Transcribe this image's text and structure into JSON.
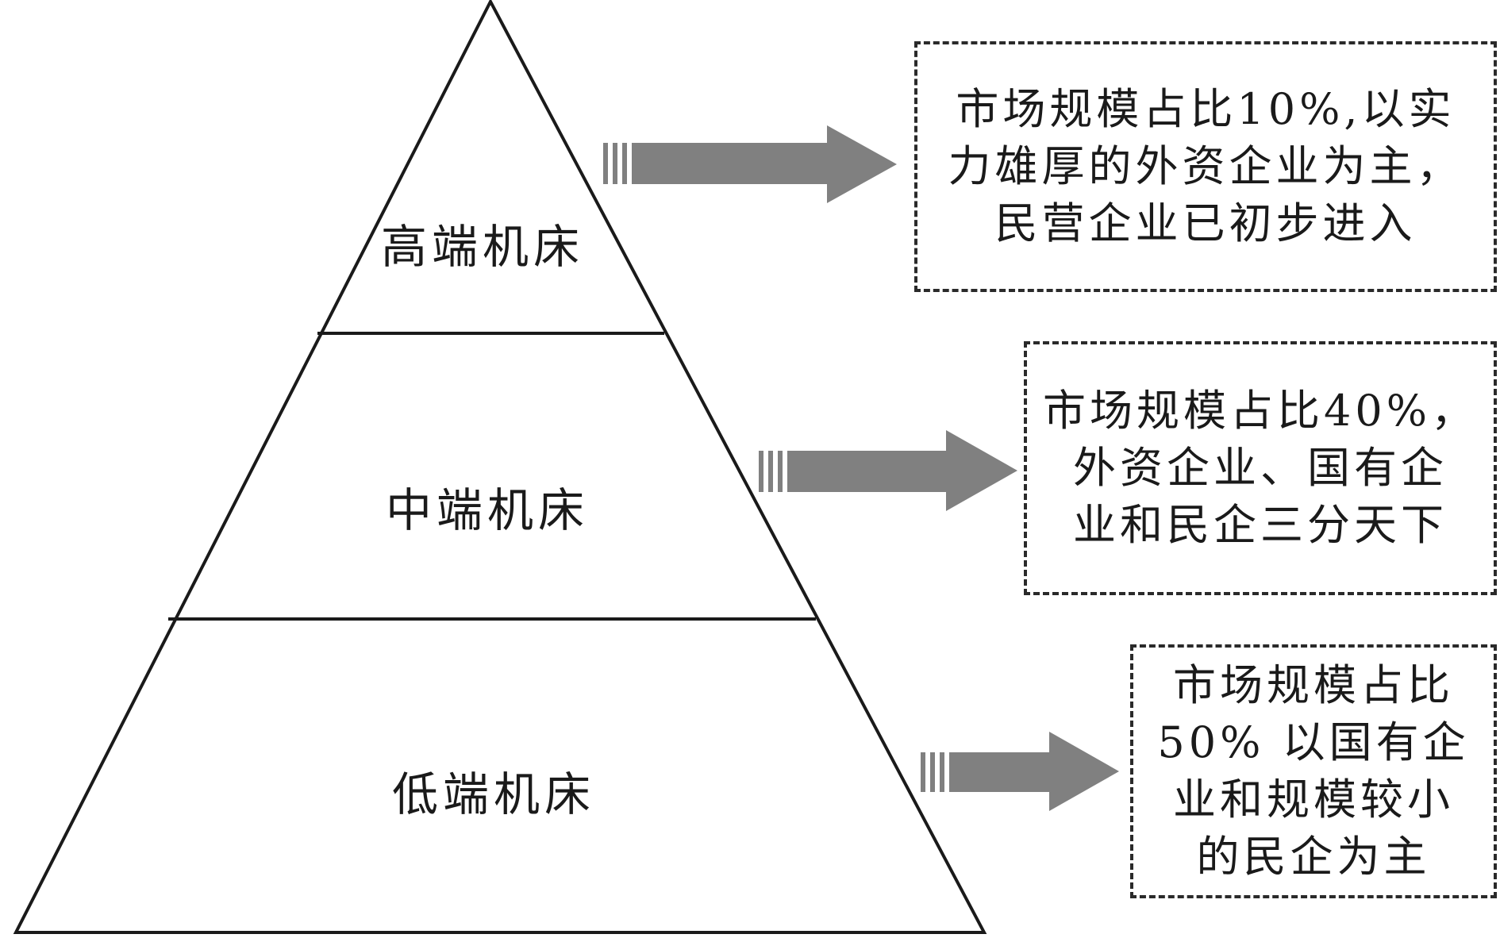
{
  "diagram": {
    "colors": {
      "outline": "#1a1a1a",
      "arrow": "#808080",
      "box_border": "#2a2a2a"
    },
    "tiers": [
      {
        "label": "高端机床",
        "note": [
          "市场规模占比10%,以实",
          "力雄厚的外资企业为主，",
          "民营企业已初步进入"
        ]
      },
      {
        "label": "中端机床",
        "note": [
          "市场规模占比40%，",
          "外资企业、国有企",
          "业和民企三分天下"
        ]
      },
      {
        "label": "低端机床",
        "note": [
          "市场规模占比",
          "50% 以国有企",
          "业和规模较小",
          "的民企为主"
        ]
      }
    ]
  }
}
